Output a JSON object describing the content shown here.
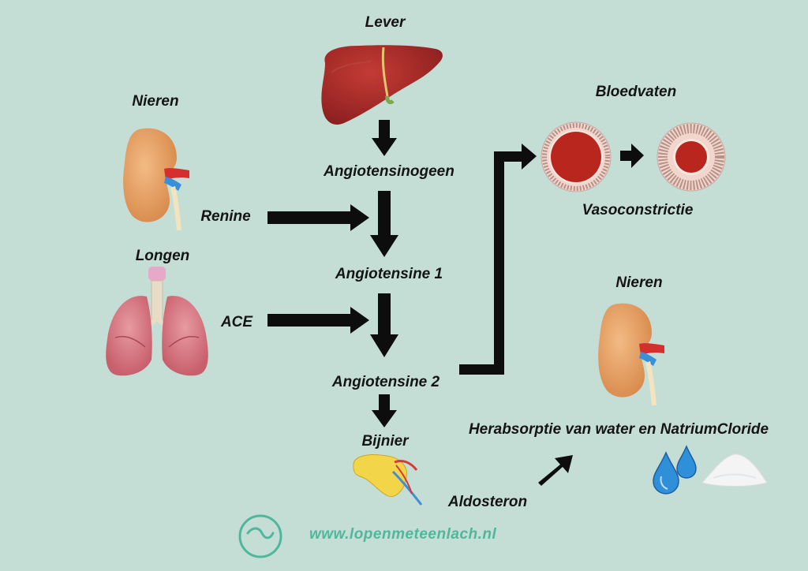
{
  "labels": {
    "lever": "Lever",
    "nieren_left": "Nieren",
    "renine": "Renine",
    "longen": "Longen",
    "ace": "ACE",
    "angiotensinogeen": "Angiotensinogeen",
    "angiotensine1": "Angiotensine 1",
    "angiotensine2": "Angiotensine 2",
    "bijnier": "Bijnier",
    "aldosteron": "Aldosteron",
    "bloedvaten": "Bloedvaten",
    "vasoconstrictie": "Vasoconstrictie",
    "nieren_right": "Nieren",
    "herabsorptie": "Herabsorptie van water en NatriumCloride"
  },
  "footer": {
    "website": "www.lopenmeteenlach.nl"
  },
  "colors": {
    "background": "#c4ded6",
    "arrow": "#0d0d0d",
    "liver": "#a82a2a",
    "kidney": "#e9a56a",
    "lung": "#d97e88",
    "vessel_lumen": "#b8261d",
    "water": "#2f8fd8",
    "website": "#4fb79a"
  },
  "icons": {
    "liver": "liver-icon",
    "kidney": "kidney-icon",
    "lungs": "lungs-icon",
    "adrenal": "adrenal-gland-icon",
    "vessel": "blood-vessel-icon",
    "water": "water-drops-icon",
    "salt": "salt-pile-icon",
    "logo": "smile-logo-icon"
  }
}
